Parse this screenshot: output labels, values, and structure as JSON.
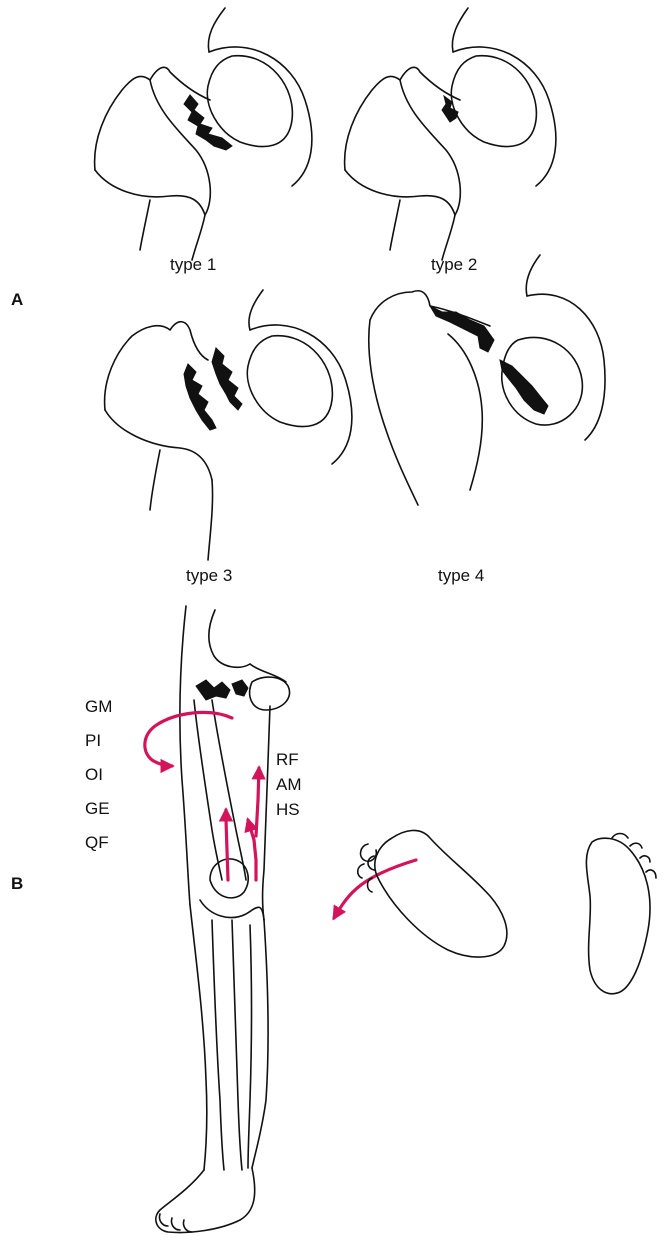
{
  "panels": {
    "a": "A",
    "b": "B"
  },
  "fracture_types": [
    {
      "label": "type 1"
    },
    {
      "label": "type 2"
    },
    {
      "label": "type 3"
    },
    {
      "label": "type 4"
    }
  ],
  "muscles_rotators": [
    "GM",
    "PI",
    "OI",
    "GE",
    "QF"
  ],
  "muscles_flexors": [
    "RF",
    "AM",
    "HS"
  ],
  "colors": {
    "ink": "#111111",
    "arrow": "#d4145a",
    "background": "#ffffff"
  }
}
